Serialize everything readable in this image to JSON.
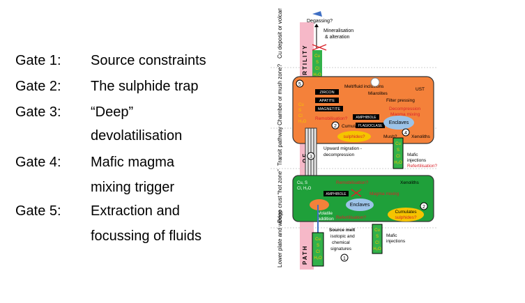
{
  "gates": [
    {
      "number": "Gate 1:",
      "lines": [
        "Source constraints"
      ]
    },
    {
      "number": "Gate 2:",
      "lines": [
        "The sulphide trap"
      ]
    },
    {
      "number": "Gate 3:",
      "lines": [
        "“Deep”",
        "devolatilisation"
      ]
    },
    {
      "number": "Gate 4:",
      "lines": [
        "Mafic magma",
        "mixing trigger"
      ]
    },
    {
      "number": "Gate 5:",
      "lines": [
        "Extraction and",
        "focussing of fluids"
      ]
    }
  ],
  "diagram": {
    "zones": {
      "cu_deposit": "Cu deposit or volcano?",
      "chamber": "Chamber or mush zone?",
      "transit": "Transit pathway",
      "deep_crust": "Deep crust “hot zone”",
      "lower_plate": "Lower plate and wedge"
    },
    "conduit_words": [
      "FERTILITY",
      "OF",
      "PATH"
    ],
    "volatiles": {
      "cu": "Cu",
      "s": "S",
      "cl": "Cl",
      "h2o": "H₂O"
    },
    "top": {
      "degassing": "Degassing?",
      "mineralisation": "Mineralisation & alteration"
    },
    "chamber": {
      "minerals": [
        "ZIRCON",
        "APATITE",
        "MAGNETITE"
      ],
      "melt_inclusions": "Melt/fluid inclusions",
      "miarolites": "Miarolites",
      "ust": "UST",
      "filter_pressing": "Filter pressing",
      "decompression": "Decompression",
      "magma_mixing": "Magma mixing",
      "remobilisation": "Remobilisation?",
      "amphibole": "AMPHIBOLE",
      "plagioclase": "PLAGIOCLASE",
      "enclaves": "Enclaves",
      "cumulates": "Cumulates",
      "sulphides": "sulphides?",
      "mush": "Mush?",
      "xenoliths": "Xenoliths"
    },
    "transit": {
      "upward_migration": "Upward migration -",
      "decompression": "decompression",
      "mafic_injections": "Mafic injections",
      "refertilisation": "Refertilisation?"
    },
    "deep": {
      "volatile_label": "Cu, S Cl, H₂O",
      "remobilisation": "Remobilisation?",
      "xenoliths": "Xenoliths",
      "amphibole": "AMPHIBOLE",
      "magma_mixing": "Magma mixing",
      "enclaves": "Enclaves",
      "volatile_addition": "Volatile addition",
      "cumulates": "Cumulates",
      "sulphides": "sulphides?",
      "refertilisation": "Refertilisation?"
    },
    "lower": {
      "source_melt": "Source melt",
      "signatures": "isotopic and chemical signatures",
      "mafic_injections": "Mafic injections"
    },
    "gate_numbers": [
      "1",
      "2",
      "3",
      "4",
      "5"
    ],
    "colors": {
      "orange": "#f4813a",
      "green": "#1fa03a",
      "pink": "#f6b8c8",
      "volatile_box": "#33b14a",
      "yellow": "#f5c400",
      "blue": "#3f6fc4",
      "red": "#d9222a",
      "enclave": "#9cc3e8"
    }
  }
}
